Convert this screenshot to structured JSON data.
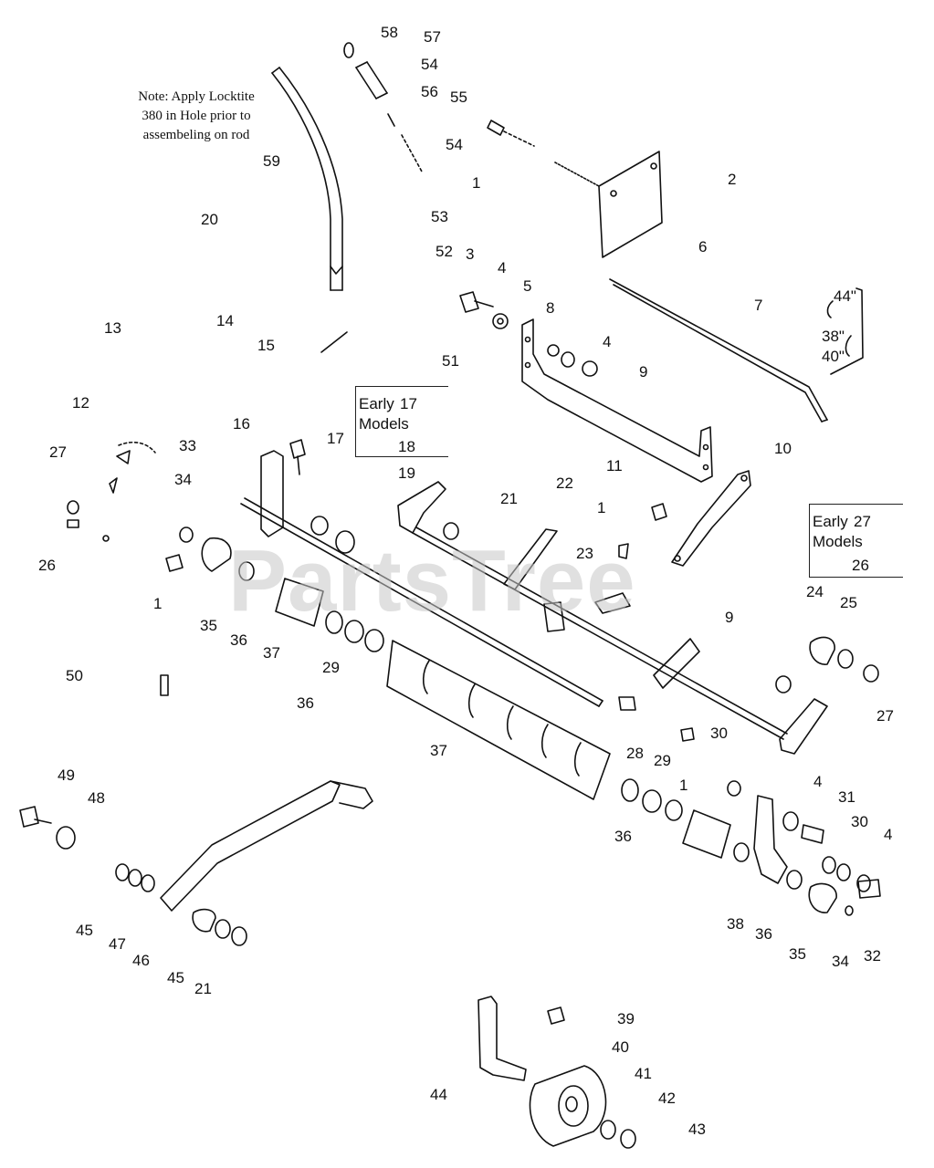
{
  "note": {
    "lines": [
      "Note: Apply Locktite",
      "380 in Hole prior to",
      "assembeling on rod"
    ]
  },
  "watermark": "PartsTree",
  "dimensions": {
    "d1": "44\"",
    "d2": "38\"",
    "d3": "40\""
  },
  "early_boxes": [
    {
      "line1": "Early",
      "line2": "Models",
      "parts": [
        "17",
        "18"
      ]
    },
    {
      "line1": "Early",
      "line2": "Models",
      "parts": [
        "27",
        "26"
      ]
    }
  ],
  "callouts": [
    "58",
    "57",
    "54",
    "56",
    "55",
    "54",
    "59",
    "20",
    "1",
    "53",
    "2",
    "52",
    "3",
    "6",
    "4",
    "5",
    "8",
    "7",
    "13",
    "14",
    "15",
    "4",
    "9",
    "51",
    "12",
    "16",
    "17",
    "33",
    "10",
    "27",
    "34",
    "19",
    "11",
    "21",
    "22",
    "1",
    "26",
    "23",
    "24",
    "25",
    "1",
    "9",
    "35",
    "36",
    "37",
    "29",
    "50",
    "36",
    "27",
    "30",
    "37",
    "28",
    "29",
    "49",
    "1",
    "4",
    "48",
    "31",
    "30",
    "4",
    "36",
    "45",
    "47",
    "46",
    "45",
    "21",
    "38",
    "36",
    "35",
    "34",
    "32",
    "39",
    "40",
    "41",
    "44",
    "42",
    "43"
  ]
}
